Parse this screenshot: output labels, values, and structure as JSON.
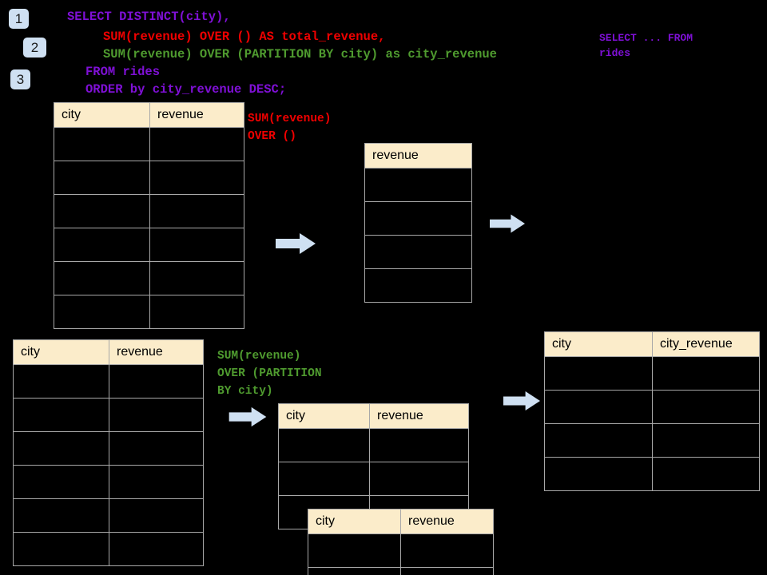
{
  "page": {
    "title": "SQL window function diagram",
    "background": "#000000"
  },
  "palette": {
    "badge_bg": "#cfe0f2",
    "header_bg": "#fbecca",
    "cell_bg": "#000000",
    "border": "#a8a8a8",
    "arrow": "#cfe0f2",
    "purple": "#7f10d6",
    "red": "#ef0000",
    "green": "#4f9b2f"
  },
  "badges": [
    {
      "label": "1"
    },
    {
      "label": "2"
    },
    {
      "label": "3"
    }
  ],
  "sql": {
    "lines": [
      {
        "text": "SELECT DISTINCT(city),",
        "color": "purple"
      },
      {
        "text": "SUM(revenue) OVER () AS total_revenue,",
        "color": "red"
      },
      {
        "text": "SUM(revenue) OVER (PARTITION BY city) as city_revenue",
        "color": "green"
      },
      {
        "text": "FROM rides",
        "color": "purple"
      },
      {
        "text": "ORDER by city_revenue DESC;",
        "color": "purple"
      }
    ]
  },
  "annotations": {
    "source_query": "SELECT ... FROM\nrides",
    "sum_over_all": "SUM(revenue)\nOVER ()",
    "sum_over_partition": "SUM(revenue)\nOVER (PARTITION\nBY city)"
  },
  "tables": {
    "source_top": {
      "name": "rides-top",
      "columns": [
        "city",
        "revenue"
      ],
      "row_count": 6,
      "rows": [
        [
          "",
          ""
        ],
        [
          "",
          ""
        ],
        [
          "",
          ""
        ],
        [
          "",
          ""
        ],
        [
          "",
          ""
        ],
        [
          "",
          ""
        ]
      ]
    },
    "total_revenue": {
      "name": "total-revenue",
      "columns": [
        "revenue"
      ],
      "row_count": 4,
      "rows": [
        [
          ""
        ],
        [
          ""
        ],
        [
          ""
        ],
        [
          ""
        ]
      ]
    },
    "source_bottom": {
      "name": "rides-bottom",
      "columns": [
        "city",
        "revenue"
      ],
      "row_count": 6,
      "rows": [
        [
          "",
          ""
        ],
        [
          "",
          ""
        ],
        [
          "",
          ""
        ],
        [
          "",
          ""
        ],
        [
          "",
          ""
        ],
        [
          "",
          ""
        ]
      ]
    },
    "partition_back": {
      "name": "partition-group-a",
      "columns": [
        "city",
        "revenue"
      ],
      "row_count": 3,
      "rows": [
        [
          "",
          ""
        ],
        [
          "",
          ""
        ],
        [
          "",
          ""
        ]
      ]
    },
    "partition_front": {
      "name": "partition-group-b",
      "columns": [
        "city",
        "revenue"
      ],
      "row_count": 2,
      "rows": [
        [
          "",
          ""
        ],
        [
          "",
          ""
        ]
      ]
    },
    "result": {
      "name": "final-result",
      "columns": [
        "city",
        "city_revenue"
      ],
      "row_count": 4,
      "rows": [
        [
          "",
          ""
        ],
        [
          "",
          ""
        ],
        [
          "",
          ""
        ],
        [
          "",
          ""
        ]
      ]
    }
  },
  "arrows": [
    {
      "name": "arrow-source-to-total"
    },
    {
      "name": "arrow-total-to-result"
    },
    {
      "name": "arrow-source-to-partition"
    },
    {
      "name": "arrow-partition-to-result"
    }
  ]
}
